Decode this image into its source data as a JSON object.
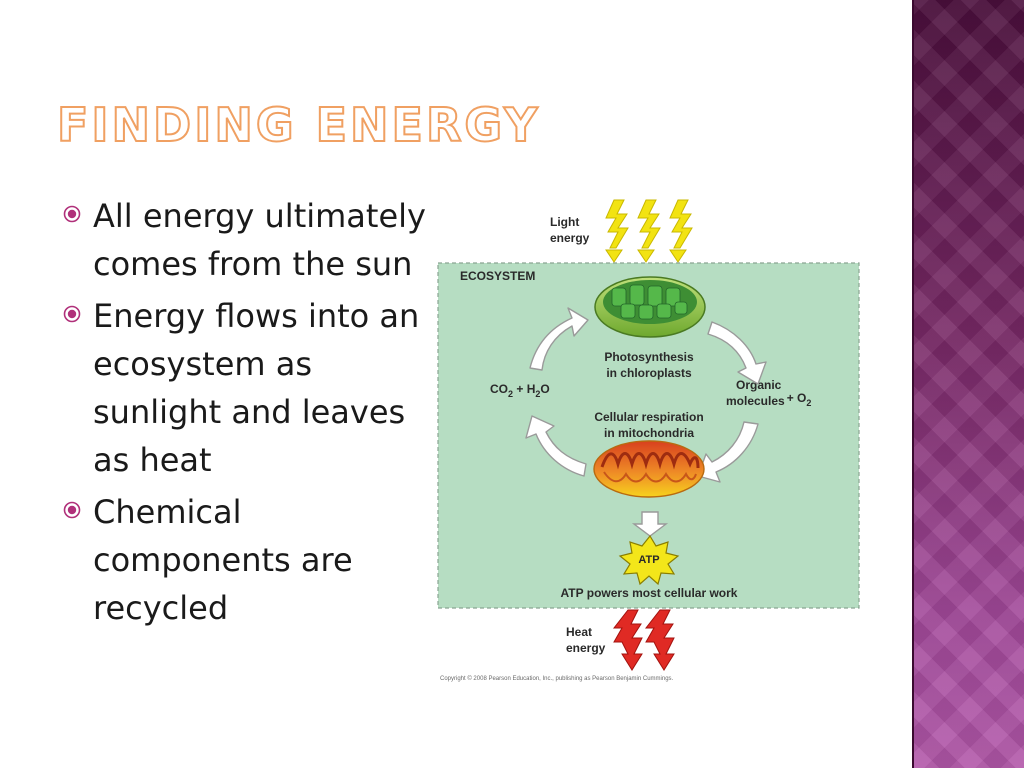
{
  "slide": {
    "title": "Finding Energy",
    "bullets": [
      {
        "text": "All energy ultimately comes from the sun"
      },
      {
        "text": "Energy flows into an ecosystem as sunlight and leaves as heat"
      },
      {
        "text": "Chemical components are recycled"
      }
    ]
  },
  "diagram": {
    "light_label": [
      "Light",
      "energy"
    ],
    "ecosystem_label": "ECOSYSTEM",
    "photosynthesis_label": [
      "Photosynthesis",
      "in chloroplasts"
    ],
    "respiration_label": [
      "Cellular respiration",
      "in mitochondria"
    ],
    "co2_h2o": {
      "a": "CO",
      "a_sub": "2",
      "plus": " + H",
      "b_sub": "2",
      "c": "O"
    },
    "organic": {
      "line1": "Organic",
      "line2": "molecules",
      "plus": "+ O",
      "sub": "2"
    },
    "atp_label": "ATP",
    "atp_caption": "ATP powers most cellular work",
    "heat_label": [
      "Heat",
      "energy"
    ],
    "copyright": "Copyright © 2008 Pearson Education, Inc., publishing as Pearson Benjamin Cummings.",
    "colors": {
      "ecosystem_fill": "#b6ddc2",
      "ecosystem_border": "#8aa592",
      "light_bolt": "#f2e312",
      "heat_bolt": "#e02a24",
      "atp_star": "#f3e61a",
      "chloroplast": "#4aa23a",
      "mitochondrion": "#e8902a"
    }
  }
}
